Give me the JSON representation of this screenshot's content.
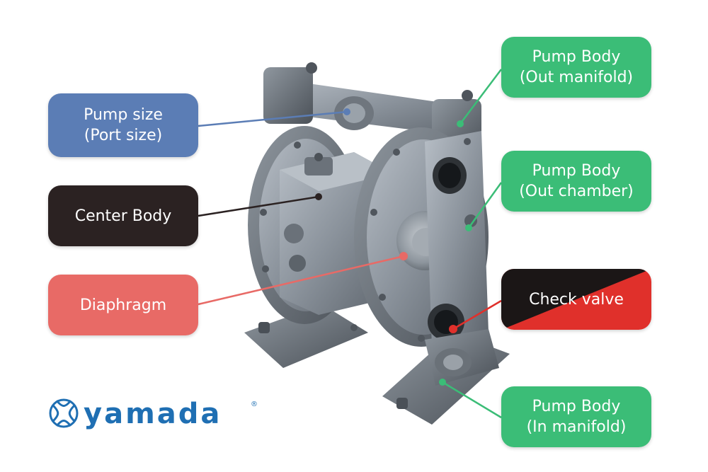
{
  "labels": {
    "pump_size": {
      "line1": "Pump size",
      "line2": "(Port size)"
    },
    "center_body": {
      "line1": "Center Body"
    },
    "diaphragm": {
      "line1": "Diaphragm"
    },
    "out_manifold": {
      "line1": "Pump Body",
      "line2": "(Out manifold)"
    },
    "out_chamber": {
      "line1": "Pump Body",
      "line2": "(Out chamber)"
    },
    "check_valve": {
      "line1": "Check valve"
    },
    "in_manifold": {
      "line1": "Pump Body",
      "line2": "(In manifold)"
    }
  },
  "logo": {
    "text": "yamada",
    "registered": "®"
  },
  "colors": {
    "blue": "#5b7db5",
    "black": "#2b2222",
    "red": "#e86a66",
    "green": "#3bbd77",
    "check_red": "#e0302b",
    "logo_blue": "#1f6fb3",
    "pump_metal": "#7d858e"
  }
}
